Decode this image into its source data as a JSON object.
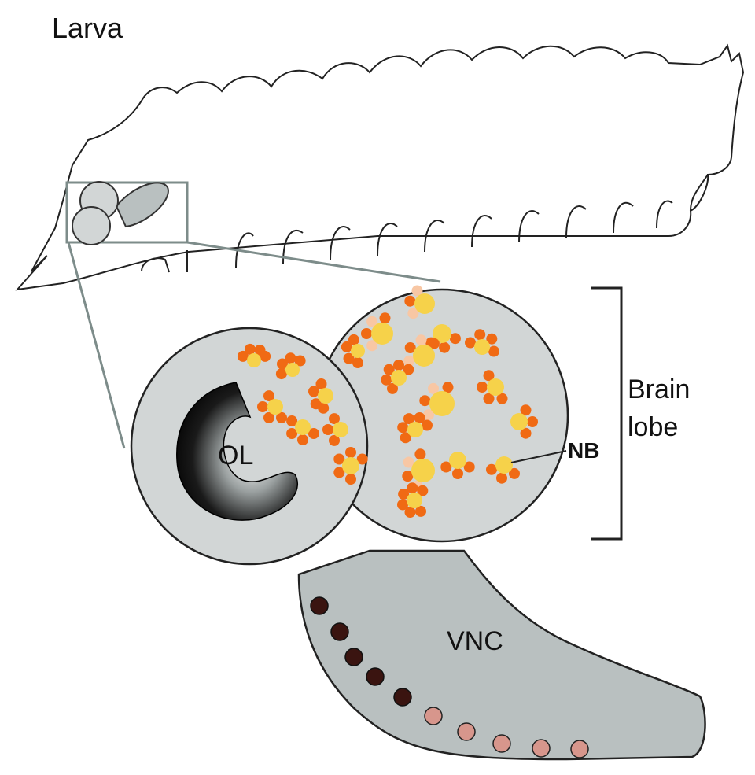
{
  "labels": {
    "title": "Larva",
    "optic_lobe": "OL",
    "vnc": "VNC",
    "brain_lobe_line1": "Brain",
    "brain_lobe_line2": "lobe",
    "neuroblast": "NB"
  },
  "colors": {
    "outline": "#222222",
    "tissue_gray": "#d2d6d6",
    "vnc_gray": "#b9c0c0",
    "zoom_frame": "#7d8c8a",
    "nb_yellow": "#f6d24a",
    "progeny_orange": "#f06a14",
    "progeny_peach": "#f8c7a4",
    "vnc_dark_cell": "#3a1410",
    "vnc_pink_cell": "#d7968c"
  }
}
